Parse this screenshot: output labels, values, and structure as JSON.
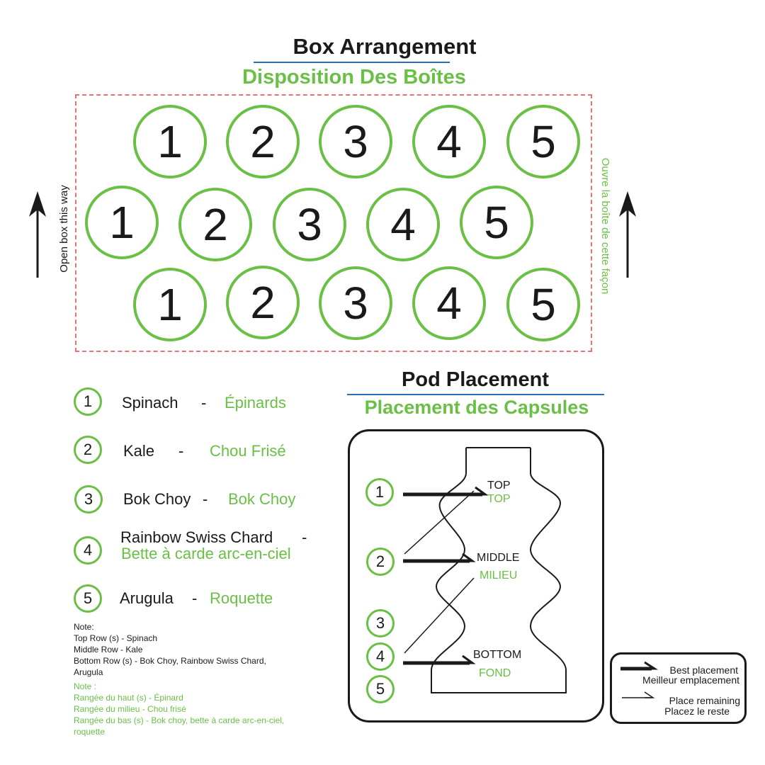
{
  "box_arrangement": {
    "title_en": "Box Arrangement",
    "title_fr": "Disposition Des Boîtes",
    "side_label_en": "Open box this way",
    "side_label_fr": "Ouvre la boîte de cette façon",
    "rows": [
      [
        "1",
        "2",
        "3",
        "4",
        "5"
      ],
      [
        "1",
        "2",
        "3",
        "4",
        "5"
      ],
      [
        "1",
        "2",
        "3",
        "4",
        "5"
      ]
    ]
  },
  "legend": [
    {
      "num": "1",
      "en": "Spinach",
      "sep": "-",
      "fr": "Épinards"
    },
    {
      "num": "2",
      "en": "Kale",
      "sep": "-",
      "fr": "Chou Frisé"
    },
    {
      "num": "3",
      "en": "Bok Choy",
      "sep": "-",
      "fr": "Bok Choy"
    },
    {
      "num": "4",
      "en": "Rainbow Swiss Chard",
      "sep": "-",
      "fr": "Bette à carde arc-en-ciel"
    },
    {
      "num": "5",
      "en": "Arugula",
      "sep": "-",
      "fr": "Roquette"
    }
  ],
  "note_en": {
    "heading": "Note:",
    "lines": [
      "Top Row (s) - Spinach",
      "Middle Row - Kale",
      "Bottom Row (s) - Bok Choy, Rainbow Swiss Chard,",
      "Arugula"
    ]
  },
  "note_fr": {
    "heading": "Note :",
    "lines": [
      "Rangée du haut (s) - Épinard",
      "Rangée du milieu - Chou frisé",
      "Rangée du bas (s) - Bok choy, bette à carde arc-en-ciel,",
      "roquette"
    ]
  },
  "pod_placement": {
    "title_en": "Pod Placement",
    "title_fr": "Placement des Capsules",
    "pod_numbers": [
      "1",
      "2",
      "3",
      "4",
      "5"
    ],
    "levels": [
      {
        "en": "TOP",
        "fr": "TOP"
      },
      {
        "en": "MIDDLE",
        "fr": "MILIEU"
      },
      {
        "en": "BOTTOM",
        "fr": "FOND"
      }
    ]
  },
  "key": {
    "best_en": "Best placement",
    "best_fr": "Meilleur emplacement",
    "rest_en": "Place remaining",
    "rest_fr": "Placez le reste"
  },
  "colors": {
    "green": "#6abf45",
    "dark": "#1a1a1a",
    "blue_rule": "#2a6fb5",
    "dashed_border": "#e57373"
  }
}
